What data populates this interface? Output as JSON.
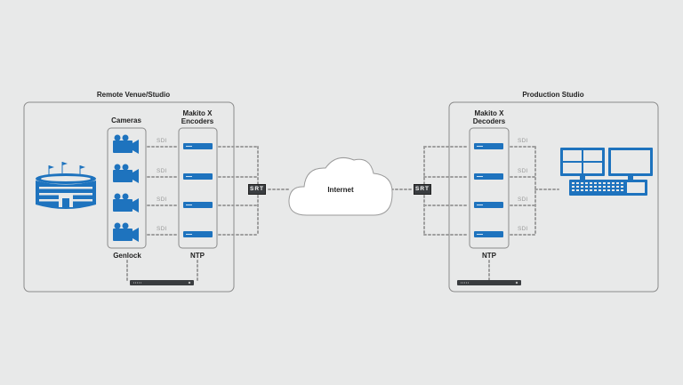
{
  "titles": {
    "remote": "Remote Venue/Studio",
    "production": "Production Studio"
  },
  "labels": {
    "cameras": "Cameras",
    "encoders_line1": "Makito X",
    "encoders_line2": "Encoders",
    "decoders_line1": "Makito X",
    "decoders_line2": "Decoders",
    "genlock": "Genlock",
    "ntp_left": "NTP",
    "ntp_right": "NTP",
    "internet": "Internet",
    "sdi": "SDI",
    "srt": "SRT"
  },
  "colors": {
    "accent": "#1e73be",
    "background": "#e8e9e9",
    "panel_border": "#8a8a8a",
    "dots": "#9a9a9a",
    "dark_device": "#3a3d40"
  },
  "icons": [
    "stadium-icon",
    "camera-icon",
    "encoder-icon",
    "decoder-icon",
    "cloud-icon",
    "monitor-workstation-icon",
    "sync-device-icon"
  ]
}
